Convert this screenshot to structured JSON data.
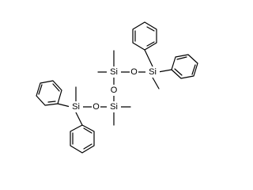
{
  "molecule": {
    "atoms": {
      "si1": "Si",
      "si2": "Si",
      "si3": "Si",
      "si4": "Si",
      "o1": "O",
      "o2": "O",
      "o3": "O"
    },
    "substituents": {
      "methyl_count": 6,
      "phenyl_count": 4
    }
  }
}
